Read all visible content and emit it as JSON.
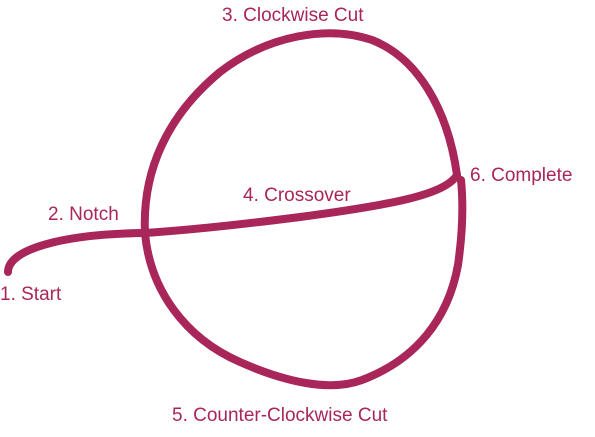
{
  "colors": {
    "stroke": "#A8265A",
    "label": "#A8265A",
    "background": "#FFFFFF"
  },
  "steps": [
    {
      "label": "1. Start"
    },
    {
      "label": "2. Notch"
    },
    {
      "label": "3. Clockwise Cut"
    },
    {
      "label": "4. Crossover"
    },
    {
      "label": "5. Counter-Clockwise Cut"
    },
    {
      "label": "6. Complete"
    }
  ]
}
